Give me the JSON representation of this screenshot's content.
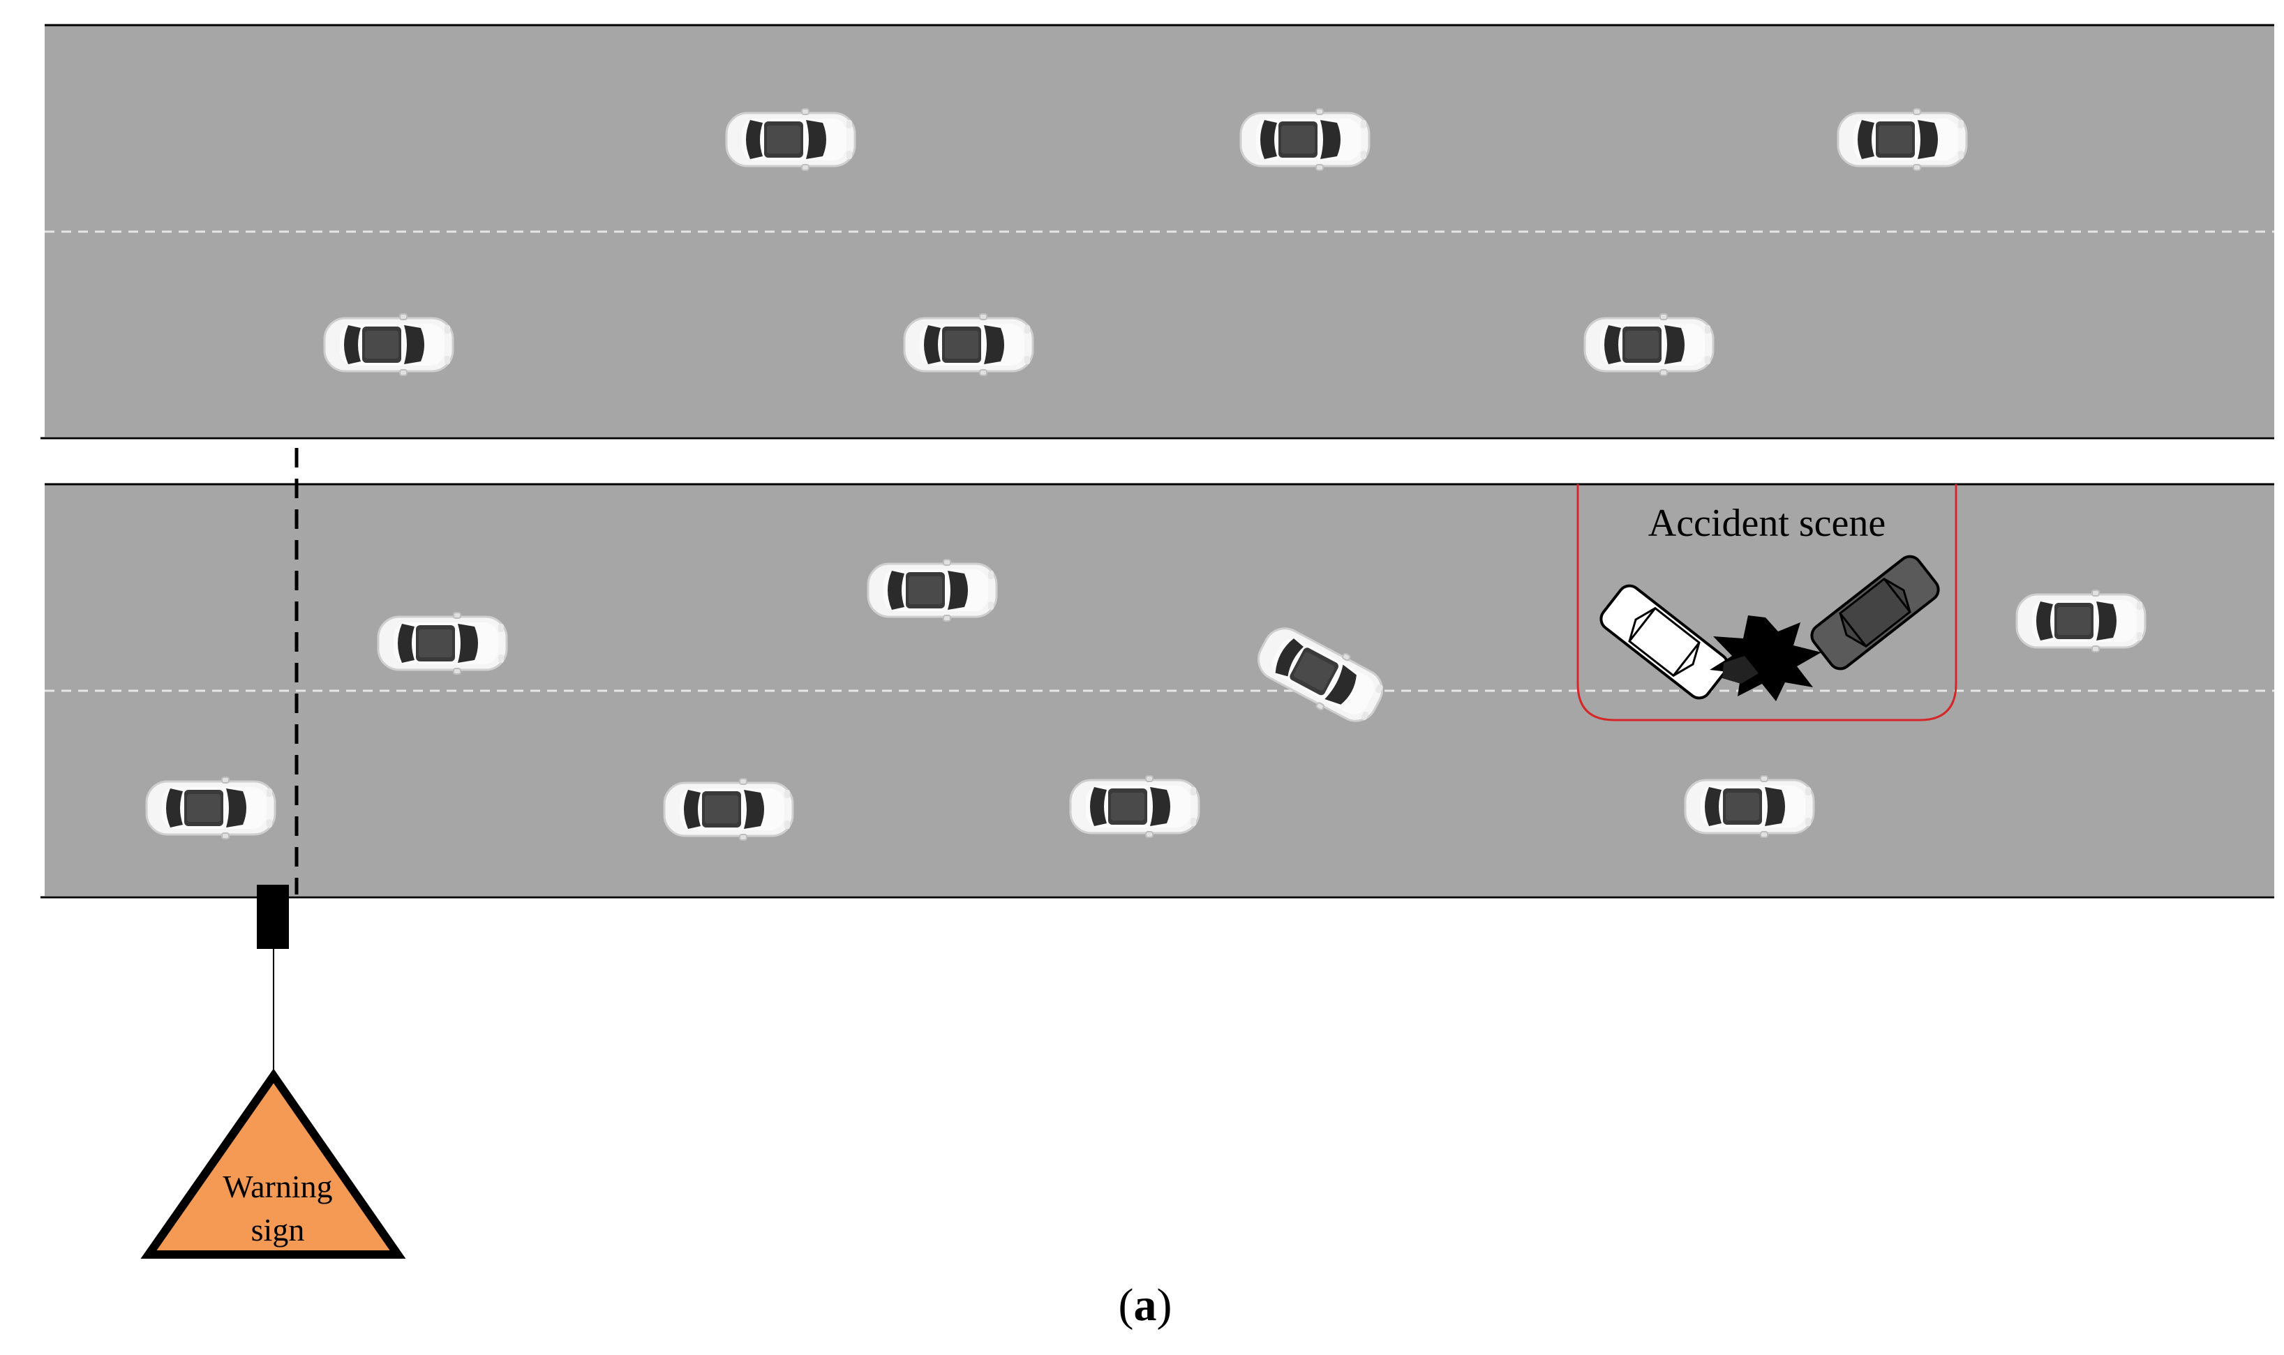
{
  "diagram": {
    "accident_label": "Accident scene",
    "warning_sign_line1": "Warning",
    "warning_sign_line2": "sign",
    "caption_open": "(",
    "caption_letter": "a",
    "caption_close": ")"
  },
  "colors": {
    "road": "#a6a6a6",
    "lane_dash": "#e6e6e6",
    "edge_line": "#000000",
    "car_body": "#f5f5f5",
    "car_glass": "#2b2b2b",
    "crashed_car_dark": "#5a5a5a",
    "accident_box": "#d62728",
    "warning_sign_fill": "#f59a55",
    "warning_post": "#000000"
  },
  "icons": {
    "car": "car-icon",
    "collision": "collision-burst-icon",
    "warning": "warning-sign-icon"
  }
}
